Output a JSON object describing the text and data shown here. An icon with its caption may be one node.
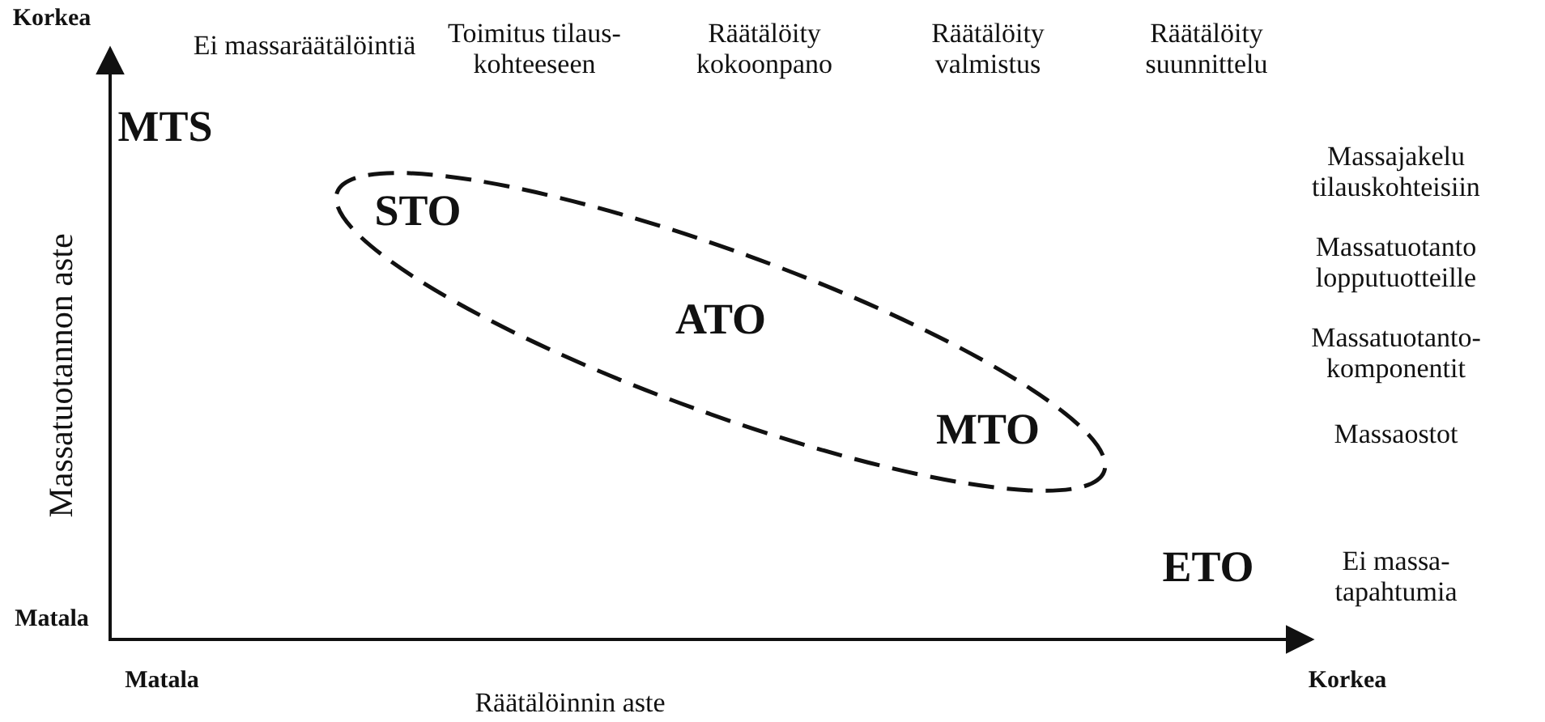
{
  "diagram": {
    "nodes": [
      {
        "text": [
          "STO",
          "ATO",
          "MTO"
        ]
      }
    ],
    "labels": [
      "Korkea",
      "Ei massaräätälöintiä",
      "Toimitus tilaus- kohteeseen",
      "Räätälöity kokoonpano",
      "Räätälöity valmistus",
      "Räätälöity suunnittelu",
      "MTS",
      "Massajakelu tilauskohteisiin",
      "Massatuotanto lopputuotteille",
      "Massatuotanto- komponentit",
      "Massaostot",
      "Massatuotannon aste",
      "ETO",
      "Ei massa- tapahtumia",
      "Matala",
      "Matala",
      "Korkea",
      "Räätälöinnin aste"
    ]
  }
}
